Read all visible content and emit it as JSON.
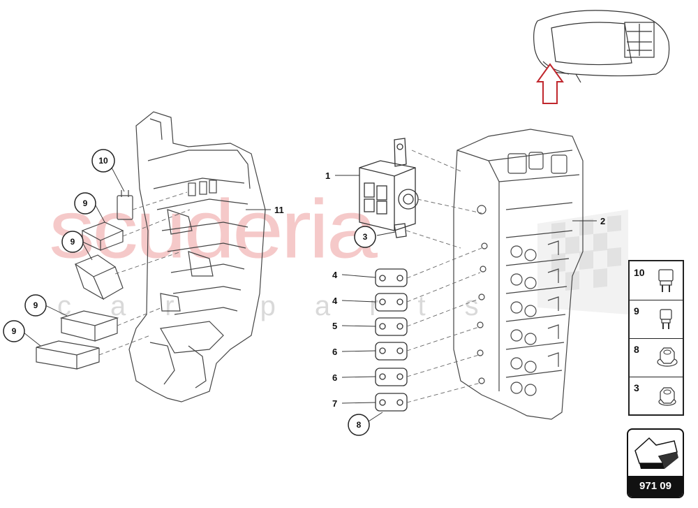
{
  "watermark": {
    "brand": "scuderia",
    "subtitle": "car parts"
  },
  "labels": {
    "part_1": "1",
    "part_2": "2",
    "part_3": "3",
    "part_4a": "4",
    "part_4b": "4",
    "part_5": "5",
    "part_6a": "6",
    "part_6b": "6",
    "part_7": "7",
    "part_8": "8",
    "part_9a": "9",
    "part_9b": "9",
    "part_9c": "9",
    "part_9d": "9",
    "part_10": "10",
    "part_11": "11"
  },
  "legend": [
    {
      "number": "10",
      "icon": "fuse-large-icon"
    },
    {
      "number": "9",
      "icon": "fuse-small-icon"
    },
    {
      "number": "8",
      "icon": "flange-nut-icon"
    },
    {
      "number": "3",
      "icon": "hex-nut-icon"
    }
  ],
  "page_code": "971 09",
  "colors": {
    "locator_arrow": "#c0272d",
    "watermark": "#f2b8b8",
    "line": "#555555"
  }
}
